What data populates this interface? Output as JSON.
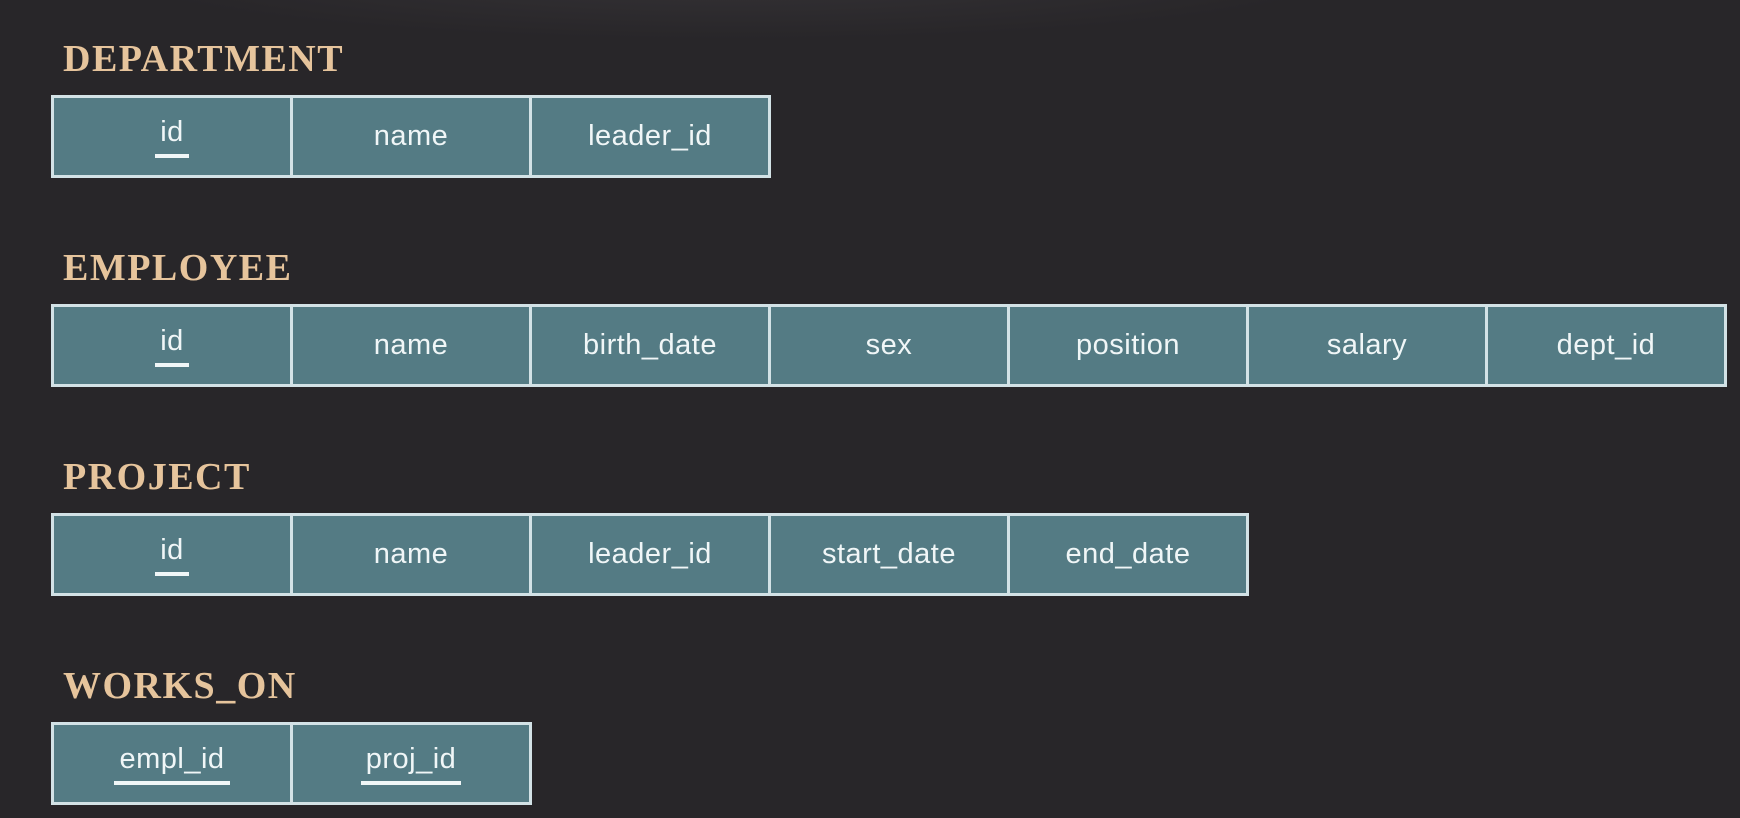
{
  "page": {
    "background": "#282629"
  },
  "palette": {
    "cell_fill": "#547b84",
    "cell_border": "#d3e2e6",
    "title_text": "#e6c49c",
    "cell_text": "#f0f6f7"
  },
  "tables": [
    {
      "name": "DEPARTMENT",
      "columns": [
        {
          "label": "id",
          "primary_key": true
        },
        {
          "label": "name",
          "primary_key": false
        },
        {
          "label": "leader_id",
          "primary_key": false
        }
      ]
    },
    {
      "name": "EMPLOYEE",
      "columns": [
        {
          "label": "id",
          "primary_key": true
        },
        {
          "label": "name",
          "primary_key": false
        },
        {
          "label": "birth_date",
          "primary_key": false
        },
        {
          "label": "sex",
          "primary_key": false
        },
        {
          "label": "position",
          "primary_key": false
        },
        {
          "label": "salary",
          "primary_key": false
        },
        {
          "label": "dept_id",
          "primary_key": false
        }
      ]
    },
    {
      "name": "PROJECT",
      "columns": [
        {
          "label": "id",
          "primary_key": true
        },
        {
          "label": "name",
          "primary_key": false
        },
        {
          "label": "leader_id",
          "primary_key": false
        },
        {
          "label": "start_date",
          "primary_key": false
        },
        {
          "label": "end_date",
          "primary_key": false
        }
      ]
    },
    {
      "name": "WORKS_ON",
      "columns": [
        {
          "label": "empl_id",
          "primary_key": true
        },
        {
          "label": "proj_id",
          "primary_key": true
        }
      ]
    }
  ]
}
